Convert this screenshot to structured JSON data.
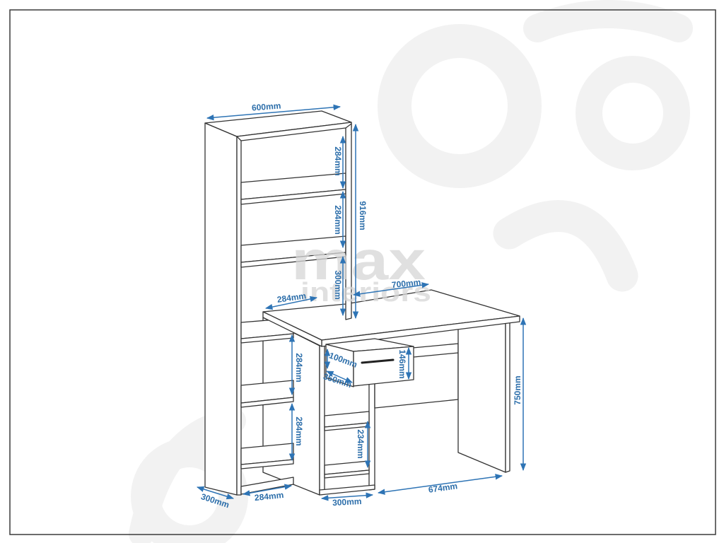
{
  "watermark": {
    "line1": "max",
    "line2": "interiors"
  },
  "dimensions": {
    "bookcase_width": "600mm",
    "bookcase_shelf_1": "284mm",
    "bookcase_shelf_2": "284mm",
    "bookcase_upper_height": "916mm",
    "bookcase_shelf_3": "300mm",
    "desk_return_width": "284mm",
    "desk_width": "700mm",
    "lower_shelf_1": "284mm",
    "lower_shelf_2": "284mm",
    "drawer_height": "100mm",
    "drawer_depth": "350mm",
    "drawer_front_height": "146mm",
    "desk_height": "750mm",
    "pedestal_shelf": "234mm",
    "base_depth": "300mm",
    "base_width": "284mm",
    "pedestal_width": "300mm",
    "desk_leg_span": "674mm"
  },
  "colors": {
    "outline": "#333333",
    "dimension": "#2e74b5",
    "watermark": "#f2f2f2"
  }
}
